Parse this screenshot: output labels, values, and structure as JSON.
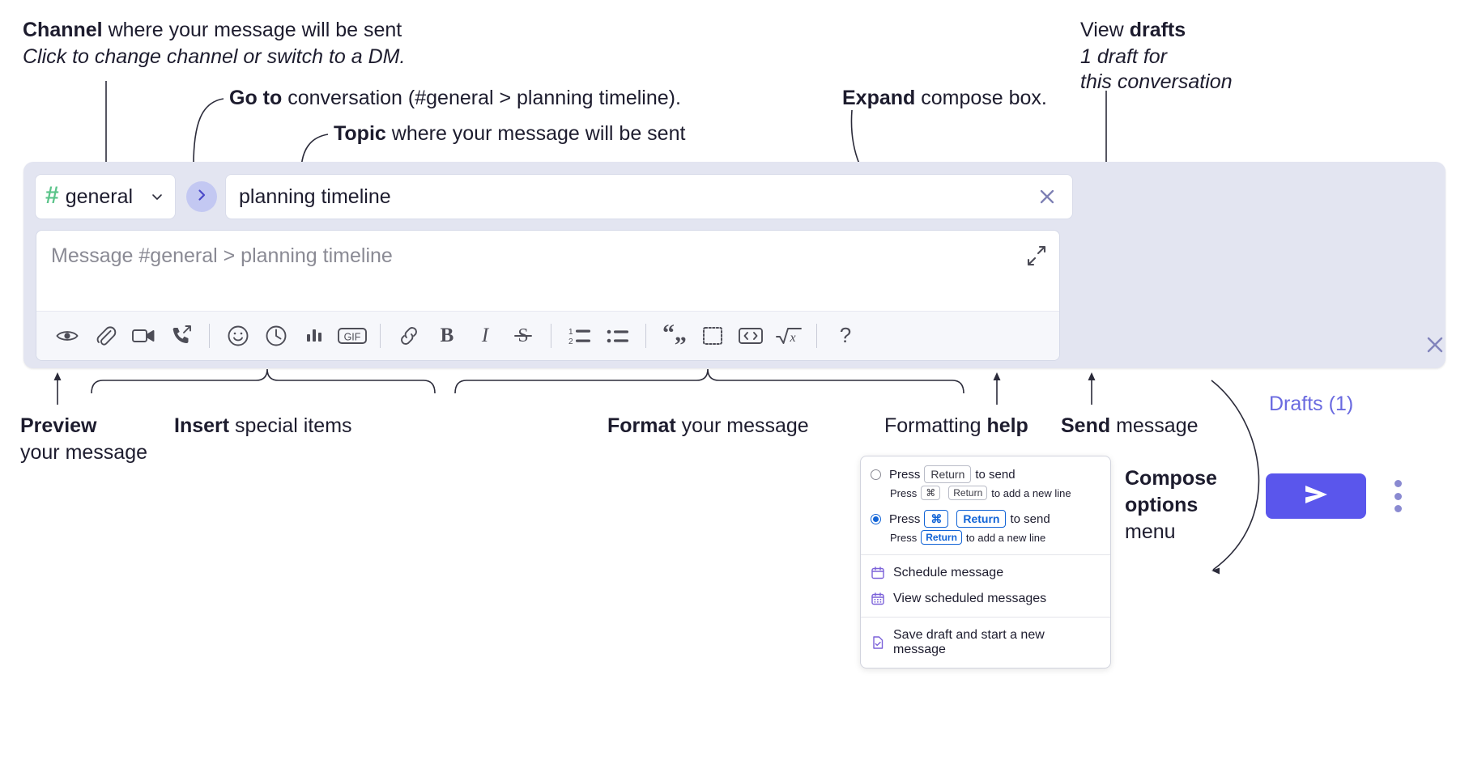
{
  "annotations": {
    "channel": {
      "bold": "Channel",
      "rest": " where your message will be sent",
      "sub": "Click to change channel or switch to a DM."
    },
    "goto": {
      "bold": "Go to",
      "rest": " conversation (#general > planning timeline)."
    },
    "topic": {
      "bold": "Topic",
      "rest": " where your message will be sent"
    },
    "expand": {
      "bold": "Expand",
      "rest": " compose box."
    },
    "drafts": {
      "lead": "View ",
      "bold": "drafts",
      "sub1": "1 draft for",
      "sub2": "this conversation"
    },
    "preview": {
      "bold": "Preview",
      "sub": "your message"
    },
    "insert": {
      "bold": "Insert",
      "rest": " special items"
    },
    "format": {
      "bold": "Format",
      "rest": " your message"
    },
    "formatting_help": {
      "lead": "Formatting ",
      "bold": "help"
    },
    "send": {
      "bold": "Send",
      "rest": " message"
    },
    "compose_options": {
      "bold1": "Compose",
      "bold2": "options",
      "rest": "menu"
    }
  },
  "compose": {
    "channel_button": {
      "hash": "#",
      "name": "general",
      "chevron": "chevron-down"
    },
    "go_button_icon": "chevron-right",
    "topic_field": {
      "value": "planning timeline",
      "clear_icon": "close-x"
    },
    "message_input": {
      "placeholder": "Message #general > planning timeline"
    },
    "expand_icon": "expand-diagonal",
    "panel_close_icon": "close-x",
    "drafts_label": "Drafts (1)",
    "send_button_icon": "paper-plane",
    "overflow_icon": "kebab-vertical",
    "toolbar": [
      {
        "name": "preview",
        "glyph": "eye"
      },
      {
        "name": "attach",
        "glyph": "paperclip"
      },
      {
        "name": "video",
        "glyph": "video-camera"
      },
      {
        "name": "huddle",
        "glyph": "phone-arrow"
      },
      {
        "name": "separator",
        "glyph": "sep"
      },
      {
        "name": "emoji",
        "glyph": "smiley"
      },
      {
        "name": "schedule",
        "glyph": "clock"
      },
      {
        "name": "poll",
        "glyph": "bar-chart"
      },
      {
        "name": "gif",
        "glyph": "GIF"
      },
      {
        "name": "separator",
        "glyph": "sep"
      },
      {
        "name": "link",
        "glyph": "link"
      },
      {
        "name": "bold",
        "glyph": "B"
      },
      {
        "name": "italic",
        "glyph": "I"
      },
      {
        "name": "strikethrough",
        "glyph": "S"
      },
      {
        "name": "separator",
        "glyph": "sep"
      },
      {
        "name": "ordered-list",
        "glyph": "ol"
      },
      {
        "name": "bulleted-list",
        "glyph": "ul"
      },
      {
        "name": "separator",
        "glyph": "sep"
      },
      {
        "name": "blockquote",
        "glyph": "quote"
      },
      {
        "name": "code-block",
        "glyph": "code-block"
      },
      {
        "name": "code",
        "glyph": "code"
      },
      {
        "name": "math",
        "glyph": "sqrt-x"
      },
      {
        "name": "separator",
        "glyph": "sep"
      },
      {
        "name": "formatting-help",
        "glyph": "?"
      }
    ]
  },
  "menu": {
    "option1": {
      "selected": false,
      "press": "Press",
      "key": "Return",
      "tail": "to send",
      "sub_press": "Press",
      "sub_key1": "⌘",
      "sub_key2": "Return",
      "sub_tail": "to add a new line"
    },
    "option2": {
      "selected": true,
      "press": "Press",
      "key1": "⌘",
      "key2": "Return",
      "tail": "to send",
      "sub_press": "Press",
      "sub_key": "Return",
      "sub_tail": "to add a new line"
    },
    "items": [
      {
        "label": "Schedule message",
        "icon": "calendar-icon"
      },
      {
        "label": "View scheduled messages",
        "icon": "calendar-grid-icon"
      },
      {
        "label": "Save draft and start a new message",
        "icon": "file-check-icon"
      }
    ]
  },
  "colors": {
    "panel_bg": "#e3e5f1",
    "accent_purple": "#5a56ec",
    "drafts_text": "#6a6ae0",
    "hash_green": "#5bc48a",
    "go_btn_bg": "#c3c8f2",
    "radio_blue": "#1264d6",
    "menu_icon_purple": "#7b61d9"
  }
}
